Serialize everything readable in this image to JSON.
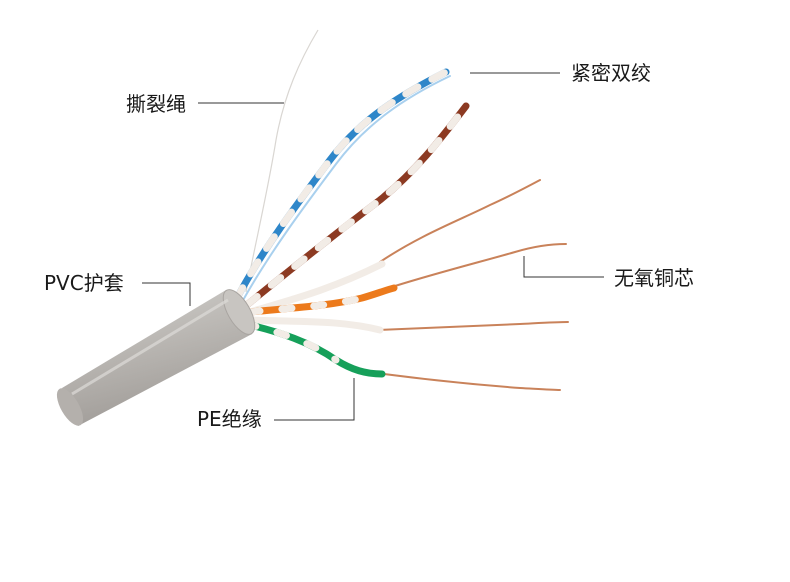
{
  "labels": {
    "twisted_pair": "紧密双绞",
    "rip_cord": "撕裂绳",
    "copper_core": "无氧铜芯",
    "pvc_jacket": "PVC护套",
    "pe_insulation": "PE绝缘"
  },
  "colors": {
    "background": "#ffffff",
    "leader_line": "#333333",
    "jacket": "#bdbab6",
    "blue_wire": "#2e86c9",
    "brown_wire": "#8c3a22",
    "orange_wire": "#ec7a1c",
    "green_wire": "#16a05a",
    "copper": "#c9825a",
    "white_stripe": "#f2ece6"
  }
}
